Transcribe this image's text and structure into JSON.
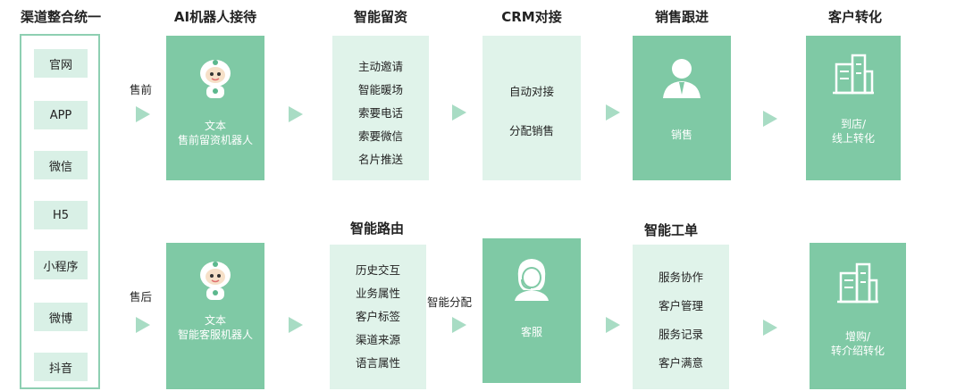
{
  "titles": {
    "channels": "渠道整合统一",
    "ai_robot": "AI机器人接待",
    "smart_retention": "智能留资",
    "crm": "CRM对接",
    "sales_follow": "销售跟进",
    "conversion": "客户转化",
    "smart_routing": "智能路由",
    "smart_ticket": "智能工单"
  },
  "channels": [
    "官网",
    "APP",
    "微信",
    "H5",
    "小程序",
    "微博",
    "抖音"
  ],
  "tags": {
    "presale": "售前",
    "aftersale": "售后",
    "smart_dispatch": "智能分配"
  },
  "presale_robot": {
    "line1": "文本",
    "line2": "售前留资机器人"
  },
  "aftersale_robot": {
    "line1": "文本",
    "line2": "智能客服机器人"
  },
  "retention_items": [
    "主动邀请",
    "智能暖场",
    "索要电话",
    "索要微信",
    "名片推送"
  ],
  "crm_items": [
    "自动对接",
    "分配销售"
  ],
  "sales_box": {
    "label": "销售"
  },
  "conversion_top": {
    "line1": "到店/",
    "line2": "线上转化"
  },
  "routing_items": [
    "历史交互",
    "业务属性",
    "客户标签",
    "渠道来源",
    "语言属性"
  ],
  "service_box": {
    "label": "客服"
  },
  "ticket_items": [
    "服务协作",
    "客户管理",
    "服务记录",
    "客户满意"
  ],
  "conversion_bottom": {
    "line1": "增购/",
    "line2": "转介绍转化"
  },
  "colors": {
    "dark_box": "#7fc9a5",
    "light_box": "#e0f3ea",
    "arrow": "#a8dcc4",
    "border": "#8ecfb2"
  }
}
